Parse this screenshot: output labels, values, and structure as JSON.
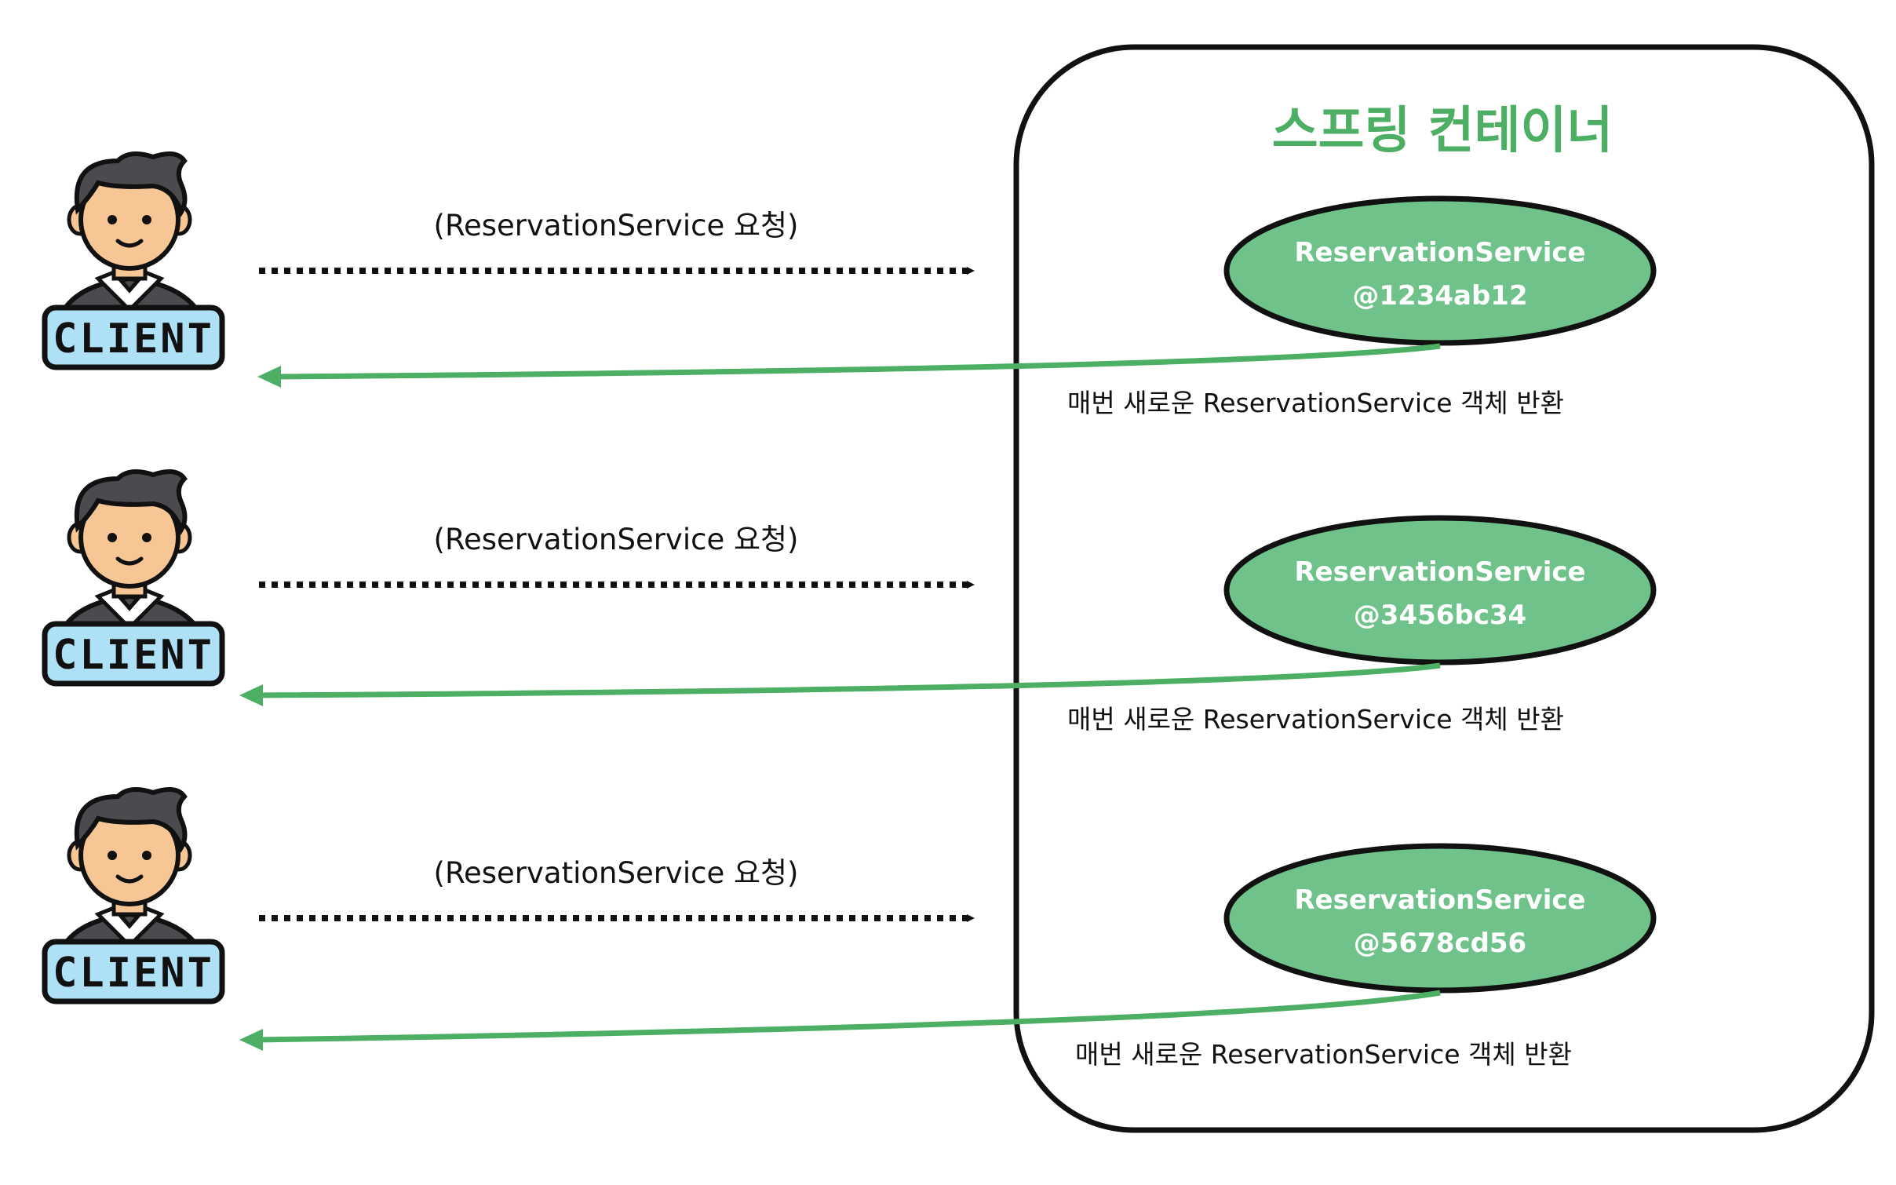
{
  "container": {
    "title": "스프링 컨테이너"
  },
  "colors": {
    "bean_fill": "#6fc38a",
    "response_arrow": "#4caf63",
    "title": "#4caf63",
    "badge_fill": "#aee1f5"
  },
  "rows": [
    {
      "client_label": "CLIENT",
      "request_label": "(ReservationService 요청)",
      "bean_name": "ReservationService",
      "bean_id": "@1234ab12",
      "response_label": "매번 새로운 ReservationService 객체 반환"
    },
    {
      "client_label": "CLIENT",
      "request_label": "(ReservationService 요청)",
      "bean_name": "ReservationService",
      "bean_id": "@3456bc34",
      "response_label": "매번 새로운 ReservationService 객체 반환"
    },
    {
      "client_label": "CLIENT",
      "request_label": "(ReservationService 요청)",
      "bean_name": "ReservationService",
      "bean_id": "@5678cd56",
      "response_label": "매번 새로운 ReservationService 객체 반환"
    }
  ]
}
